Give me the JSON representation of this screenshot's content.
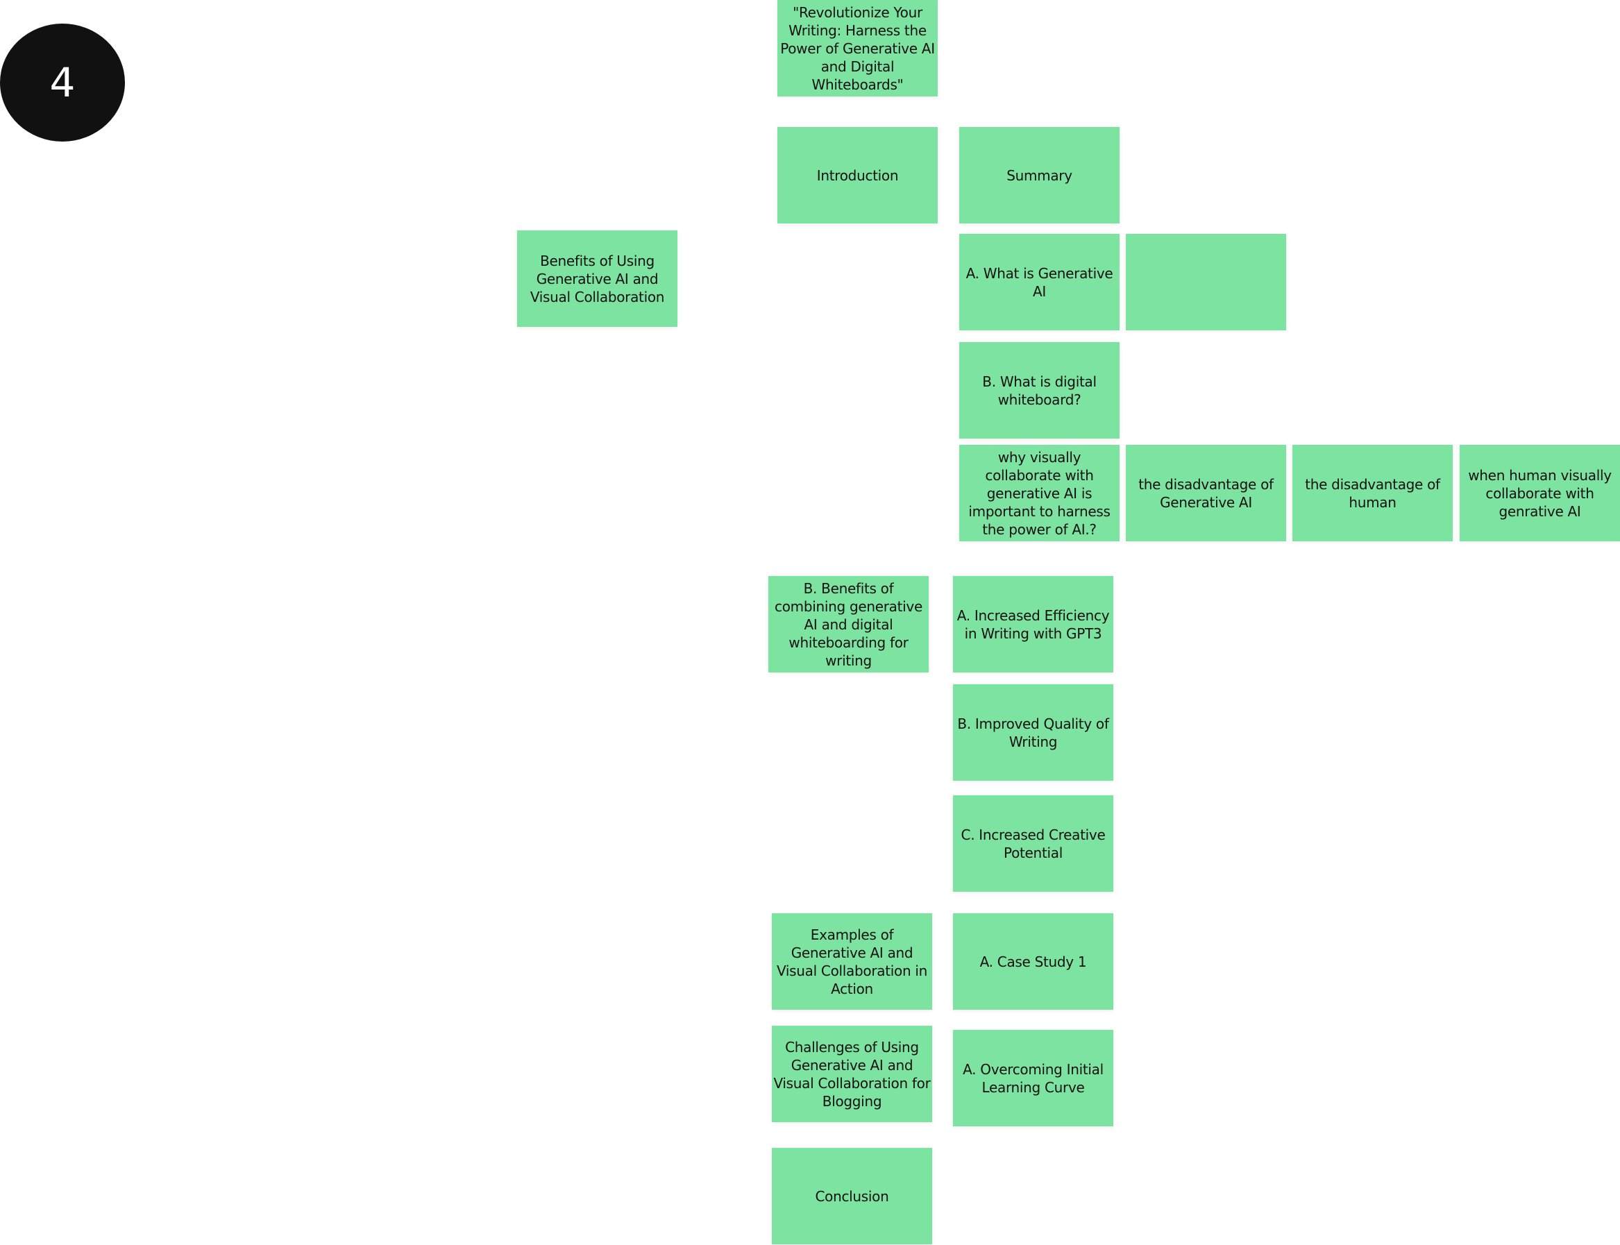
{
  "badge": {
    "label": "4"
  },
  "notes": {
    "title": "\"Revolutionize Your Writing: Harness the Power of Generative AI and Digital Whiteboards\"",
    "introduction": "Introduction",
    "summary": "Summary",
    "benefits_visual": "Benefits of Using Generative AI and Visual Collaboration",
    "what_genai": "A. What is Generative AI",
    "empty": "",
    "what_whiteboard": "B. What is digital whiteboard?",
    "why_visual": "why visually collaborate with generative AI is important to harness the power of AI.?",
    "disadv_genai": "the disadvantage of Generative AI",
    "disadv_human": "the disadvantage of human",
    "human_collab": "when human visually collaborate with genrative AI",
    "benefits_combining": "B. Benefits of combining generative AI and digital whiteboarding for writing",
    "efficiency": "A. Increased Efficiency in Writing with GPT3",
    "quality": "B. Improved Quality of Writing",
    "creative": "C. Increased Creative Potential",
    "examples": "Examples of Generative AI and Visual Collaboration in Action",
    "case_study": "A. Case Study 1",
    "challenges": "Challenges of Using Generative AI and Visual Collaboration for Blogging",
    "learning_curve": "A. Overcoming Initial Learning Curve",
    "conclusion": "Conclusion"
  },
  "colors": {
    "note_bg": "#7ce3a0",
    "badge_bg": "#111111",
    "badge_fg": "#ffffff",
    "canvas_bg": "#ffffff"
  }
}
